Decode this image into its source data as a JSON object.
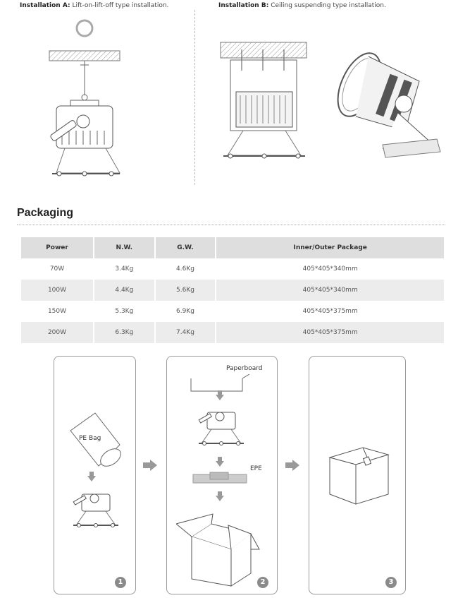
{
  "installation": {
    "a_label": "Installation A:",
    "a_text": "Lift-on-lift-off type installation.",
    "b_label": "Installation B:",
    "b_text": "Ceiling suspending type installation."
  },
  "packaging": {
    "title": "Packaging",
    "headers": [
      "Power",
      "N.W.",
      "G.W.",
      "Inner/Outer Package"
    ],
    "rows": [
      [
        "70W",
        "3.4Kg",
        "4.6Kg",
        "405*405*340mm"
      ],
      [
        "100W",
        "4.4Kg",
        "5.6Kg",
        "405*405*340mm"
      ],
      [
        "150W",
        "5.3Kg",
        "6.9Kg",
        "405*405*375mm"
      ],
      [
        "200W",
        "6.3Kg",
        "7.4Kg",
        "405*405*375mm"
      ]
    ]
  },
  "steps": {
    "pe_bag": "PE Bag",
    "paperboard": "Paperboard",
    "epe": "EPE",
    "numbers": [
      "1",
      "2",
      "3"
    ]
  }
}
